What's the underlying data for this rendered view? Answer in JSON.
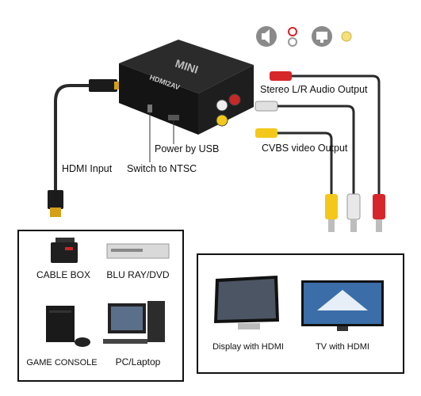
{
  "converter": {
    "brand": "MINI",
    "model": "HDMI2AV",
    "port_hdmi": "HDMI",
    "port_av": "AV"
  },
  "labels": {
    "stereo_audio": "Stereo L/R Audio Output",
    "cvbs_video": "CVBS video Output",
    "power_usb": "Power by USB",
    "switch_ntsc": "Switch to NTSC",
    "hdmi_input": "HDMI Input"
  },
  "sources": {
    "cable_box": "CABLE BOX",
    "blu_ray": "BLU RAY/DVD",
    "game_console": "GAME CONSOLE",
    "pc_laptop": "PC/Laptop"
  },
  "displays": {
    "display_hdmi": "Display with HDMI",
    "tv_hdmi": "TV with HDMI"
  },
  "icons": [
    "speaker-icon",
    "audio-jack-icon",
    "monitor-icon",
    "video-jack-icon"
  ],
  "colors": {
    "red_plug": "#d7262a",
    "white_plug": "#e9e9e9",
    "yellow_plug": "#f3c81b",
    "device_body": "#1b1b1b",
    "cable": "#2a2a2a"
  }
}
